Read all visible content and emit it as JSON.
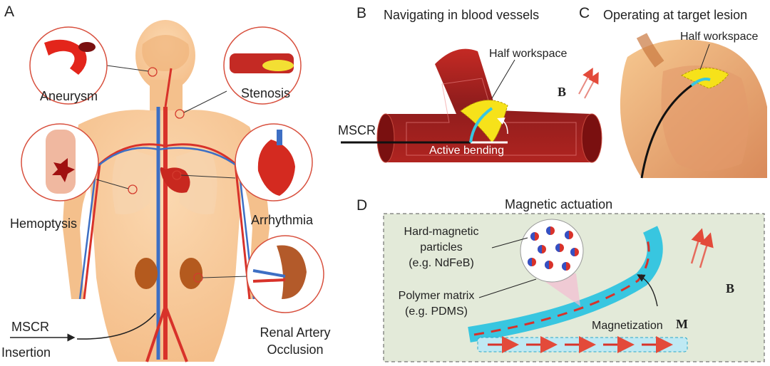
{
  "panels": {
    "a": {
      "letter": "A",
      "callouts": {
        "aneurysm": "Aneurysm",
        "stenosis": "Stenosis",
        "hemoptysis": "Hemoptysis",
        "arrhythmia": "Arrhythmia",
        "renal_line1": "Renal Artery",
        "renal_line2": "Occlusion"
      },
      "mscr": "MSCR",
      "insertion": "Insertion"
    },
    "b": {
      "letter": "B",
      "title": "Navigating in blood vessels",
      "half_workspace": "Half workspace",
      "mscr": "MSCR",
      "active_bending": "Active bending",
      "field": "B"
    },
    "c": {
      "letter": "C",
      "title": "Operating at target lesion",
      "half_workspace": "Half workspace"
    },
    "d": {
      "letter": "D",
      "title": "Magnetic actuation",
      "particles_line1": "Hard-magnetic",
      "particles_line2": "particles",
      "particles_line3": "(e.g. NdFeB)",
      "matrix_line1": "Polymer matrix",
      "matrix_line2": "(e.g. PDMS)",
      "magnetization": "Magnetization",
      "magnetization_symbol": "M",
      "field": "B"
    }
  },
  "colors": {
    "skin": "#f7c99a",
    "artery": "#d8322a",
    "vein": "#3d6fc4",
    "vessel_dark": "#8e1c1c",
    "workspace": "#f6e21a",
    "robot": "#38c6e0",
    "panel_d_bg": "#e3ead9"
  }
}
